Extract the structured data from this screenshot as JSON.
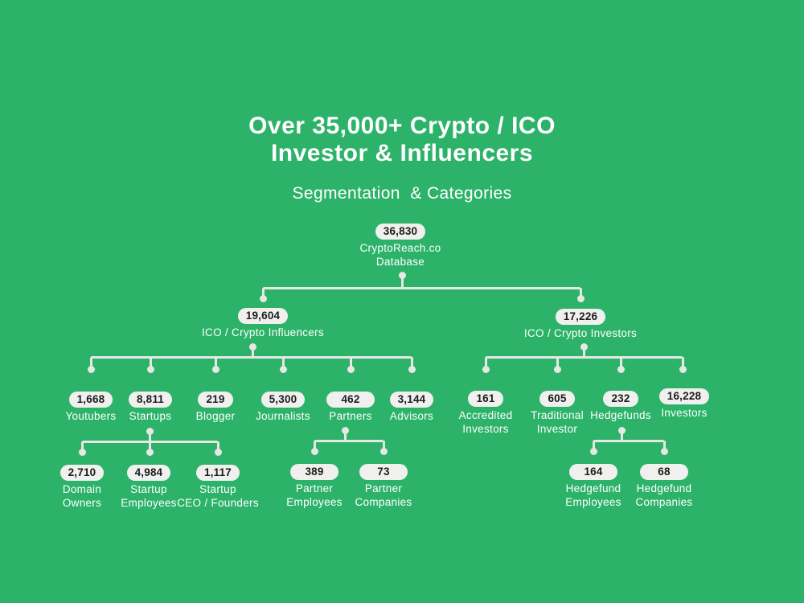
{
  "header": {
    "title_line1": "Over 35,000+ Crypto / ICO",
    "title_line2": "Investor & Influencers",
    "subtitle": "Segmentation  & Categories"
  },
  "colors": {
    "background": "#2db369",
    "pill_background": "#f0f0ee",
    "pill_text": "#1c1c1a",
    "label_text": "#ffffff",
    "title_text": "#ffffff",
    "connector": "#e6e8e3"
  },
  "nodes": {
    "root": {
      "value": "36,830",
      "label": "CryptoReach.co\nDatabase"
    },
    "influencers": {
      "value": "19,604",
      "label": "ICO / Crypto Influencers"
    },
    "investors": {
      "value": "17,226",
      "label": "ICO / Crypto Investors"
    },
    "youtubers": {
      "value": "1,668",
      "label": "Youtubers"
    },
    "startups": {
      "value": "8,811",
      "label": "Startups"
    },
    "blogger": {
      "value": "219",
      "label": "Blogger"
    },
    "journalists": {
      "value": "5,300",
      "label": "Journalists"
    },
    "partners": {
      "value": "462",
      "label": "Partners"
    },
    "advisors": {
      "value": "3,144",
      "label": "Advisors"
    },
    "accredited": {
      "value": "161",
      "label": "Accredited\nInvestors"
    },
    "traditional": {
      "value": "605",
      "label": "Traditional\nInvestor"
    },
    "hedgefunds": {
      "value": "232",
      "label": "Hedgefunds"
    },
    "investors_all": {
      "value": "16,228",
      "label": "Investors"
    },
    "domain_owners": {
      "value": "2,710",
      "label": "Domain\nOwners"
    },
    "startup_employees": {
      "value": "4,984",
      "label": "Startup\nEmployees"
    },
    "startup_ceo": {
      "value": "1,117",
      "label": "Startup\nCEO / Founders"
    },
    "partner_employees": {
      "value": "389",
      "label": "Partner\nEmployees"
    },
    "partner_companies": {
      "value": "73",
      "label": "Partner\nCompanies"
    },
    "hedgefund_employees": {
      "value": "164",
      "label": "Hedgefund\nEmployees"
    },
    "hedgefund_companies": {
      "value": "68",
      "label": "Hedgefund\nCompanies"
    }
  },
  "hierarchy": {
    "root": [
      "influencers",
      "investors"
    ],
    "influencers": [
      "youtubers",
      "startups",
      "blogger",
      "journalists",
      "partners",
      "advisors"
    ],
    "investors": [
      "accredited",
      "traditional",
      "hedgefunds",
      "investors_all"
    ],
    "startups": [
      "domain_owners",
      "startup_employees",
      "startup_ceo"
    ],
    "partners": [
      "partner_employees",
      "partner_companies"
    ],
    "hedgefunds": [
      "hedgefund_employees",
      "hedgefund_companies"
    ]
  }
}
